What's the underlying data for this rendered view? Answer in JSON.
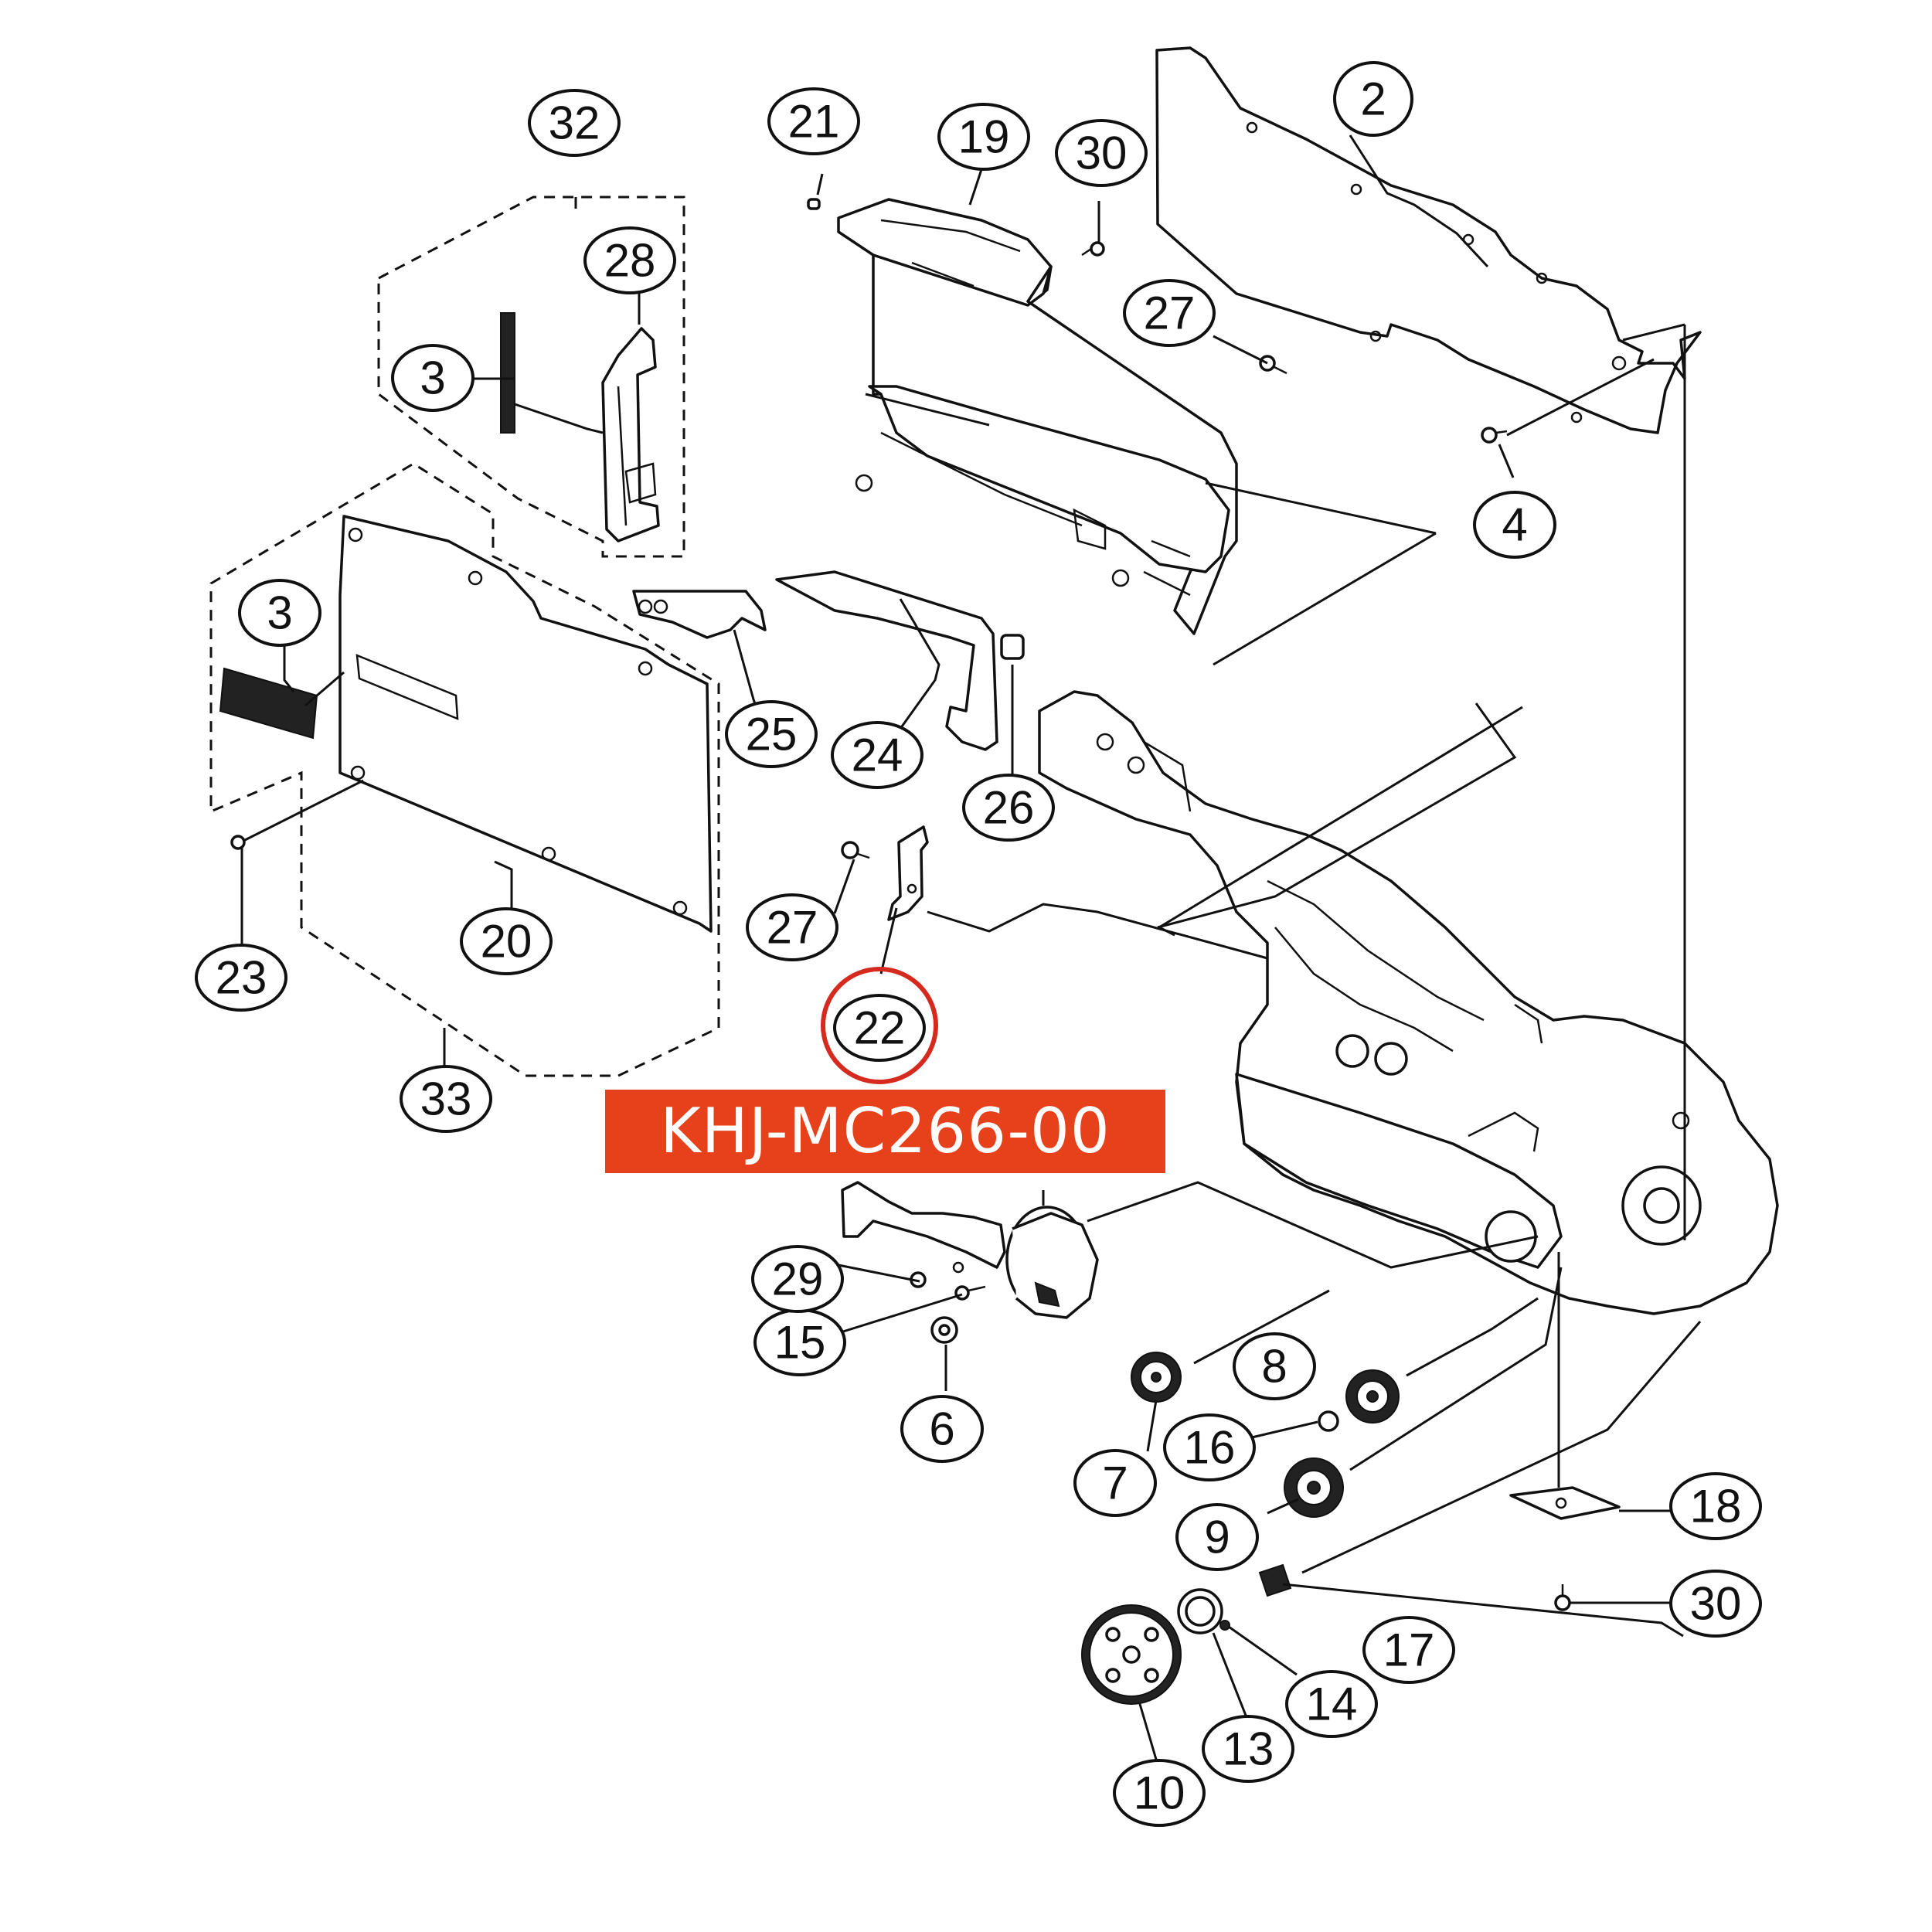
{
  "banner": {
    "part_number": "KHJ-MC266-00",
    "color": "#e7411c"
  },
  "highlight": {
    "callout": "22",
    "color": "#d62a1e"
  },
  "callouts": {
    "c2": "2",
    "c3a": "3",
    "c3b": "3",
    "c4": "4",
    "c6": "6",
    "c7": "7",
    "c8": "8",
    "c9": "9",
    "c10": "10",
    "c13": "13",
    "c14": "14",
    "c15": "15",
    "c16": "16",
    "c17": "17",
    "c18": "18",
    "c19": "19",
    "c20": "20",
    "c21": "21",
    "c22": "22",
    "c23": "23",
    "c24": "24",
    "c25": "25",
    "c26": "26",
    "c27a": "27",
    "c27b": "27",
    "c28": "28",
    "c29": "29",
    "c30a": "30",
    "c30b": "30",
    "c32": "32",
    "c33": "33"
  }
}
